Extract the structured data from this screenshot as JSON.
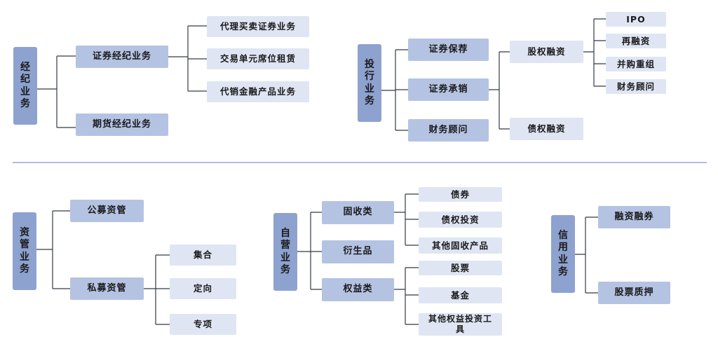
{
  "brokerage": {
    "root": "经纪业务",
    "securities_brokerage": "证券经纪业务",
    "futures_brokerage": "期货经纪业务",
    "items": [
      "代理买卖证券业务",
      "交易单元席位租赁",
      "代销金融产品业务"
    ]
  },
  "investment_banking": {
    "root": "投行业务",
    "sponsorship": "证券保荐",
    "underwriting": "证券承销",
    "advisory": "财务顾问",
    "equity_financing": "股权融资",
    "debt_financing": "债权融资",
    "equity_items": [
      "IPO",
      "再融资",
      "并购重组",
      "财务顾问"
    ]
  },
  "asset_management": {
    "root": "资管业务",
    "public": "公募资管",
    "private": "私募资管",
    "private_items": [
      "集合",
      "定向",
      "专项"
    ]
  },
  "proprietary": {
    "root": "自营业务",
    "fixed_income": "固收类",
    "derivatives": "衍生品",
    "equity": "权益类",
    "fixed_income_items": [
      "债券",
      "债权投资",
      "其他固收产品"
    ],
    "equity_items": [
      "股票",
      "基金",
      "其他权益投资工具"
    ]
  },
  "credit": {
    "root": "信用业务",
    "margin": "融资融券",
    "pledge": "股票质押"
  },
  "colors": {
    "root": "#8ea2d0",
    "mid": "#b5c3e3",
    "leaf": "#dfe5f3",
    "divider": "#6a75b8"
  }
}
